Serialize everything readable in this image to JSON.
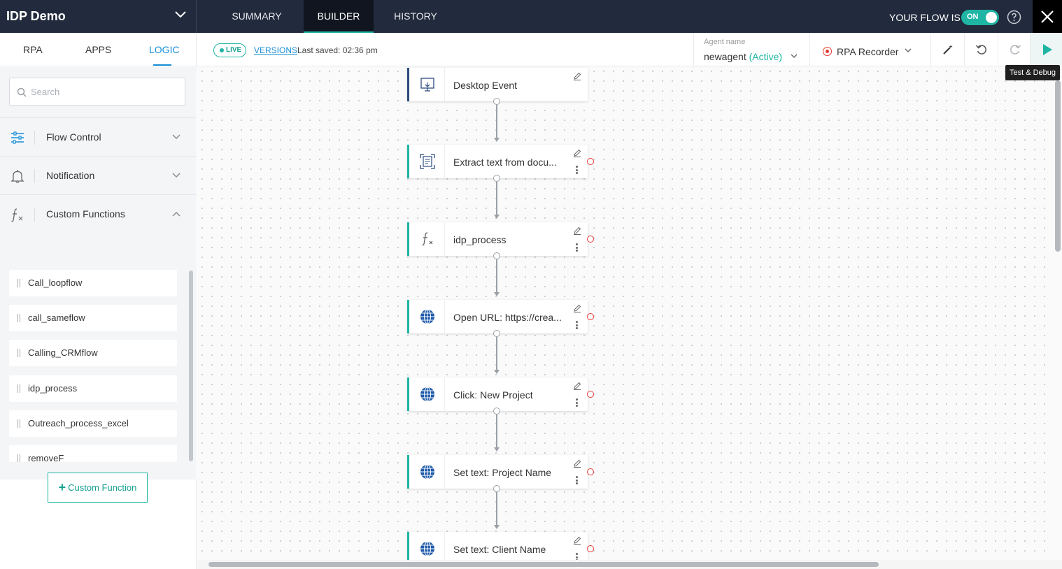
{
  "app": {
    "title": "IDP Demo"
  },
  "header": {
    "tabs": [
      {
        "label": "SUMMARY"
      },
      {
        "label": "BUILDER"
      },
      {
        "label": "HISTORY"
      }
    ],
    "active_tab": "BUILDER",
    "flow_status_label": "YOUR FLOW IS",
    "flow_toggle": "ON"
  },
  "sidebar": {
    "tabs": [
      {
        "label": "RPA"
      },
      {
        "label": "APPS"
      },
      {
        "label": "LOGIC"
      }
    ],
    "active_tab": "LOGIC",
    "search_placeholder": "Search",
    "sections": [
      {
        "label": "Flow Control",
        "icon": "sliders-icon"
      },
      {
        "label": "Notification",
        "icon": "bell-icon"
      },
      {
        "label": "Custom Functions",
        "icon": "function-icon"
      }
    ],
    "custom_functions": [
      {
        "label": "Call_loopflow"
      },
      {
        "label": "call_sameflow"
      },
      {
        "label": "Calling_CRMflow"
      },
      {
        "label": "idp_process"
      },
      {
        "label": "Outreach_process_excel"
      },
      {
        "label": "removeF"
      }
    ],
    "add_button": "Custom Function"
  },
  "toolbar": {
    "live_label": "LIVE",
    "versions_link": "VERSIONS",
    "last_saved": "Last saved: 02:36 pm",
    "agent_caption": "Agent name",
    "agent_name": "newagent",
    "agent_status": "(Active)",
    "recorder_label": "RPA Recorder",
    "tooltip": "Test & Debug"
  },
  "flow": {
    "nodes": [
      {
        "label": "Desktop Event",
        "icon": "desktop-icon"
      },
      {
        "label": "Extract text from docu...",
        "icon": "document-scan-icon"
      },
      {
        "label": "idp_process",
        "icon": "function-icon"
      },
      {
        "label": "Open URL: https://crea...",
        "icon": "globe-icon"
      },
      {
        "label": "Click: New Project",
        "icon": "globe-icon"
      },
      {
        "label": "Set text: Project Name",
        "icon": "globe-icon"
      },
      {
        "label": "Set text: Client Name",
        "icon": "globe-icon"
      }
    ]
  },
  "colors": {
    "accent": "#1fb5a4",
    "header_bg": "#222b3d",
    "link": "#1a8fd8",
    "record_red": "#e53935"
  }
}
